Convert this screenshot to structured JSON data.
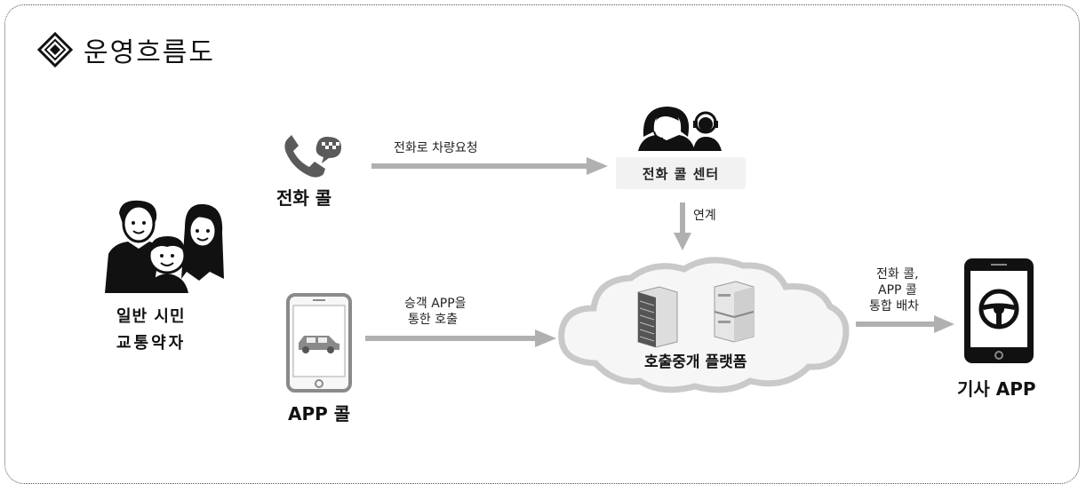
{
  "title": "운영흐름도",
  "nodes": {
    "citizen_line1": "일반 시민",
    "citizen_line2": "교통약자",
    "phone_call": "전화 콜",
    "app_call": "APP 콜",
    "call_center": "전화 콜 센터",
    "platform": "호출중개 플랫폼",
    "driver_app": "기사 APP"
  },
  "edges": {
    "phone_to_center": "전화로 차량요청",
    "center_to_platform": "연계",
    "app_to_platform_line1": "승객 APP을",
    "app_to_platform_line2": "통한 호출",
    "platform_to_driver_line1": "전화 콜,",
    "platform_to_driver_line2": "APP 콜",
    "platform_to_driver_line3": "통합 배차"
  },
  "icons": [
    "diamond-cross-icon",
    "family-icon",
    "phone-taxi-icon",
    "smartphone-car-icon",
    "operators-icon",
    "cloud-servers-icon",
    "smartphone-steering-wheel-icon"
  ]
}
